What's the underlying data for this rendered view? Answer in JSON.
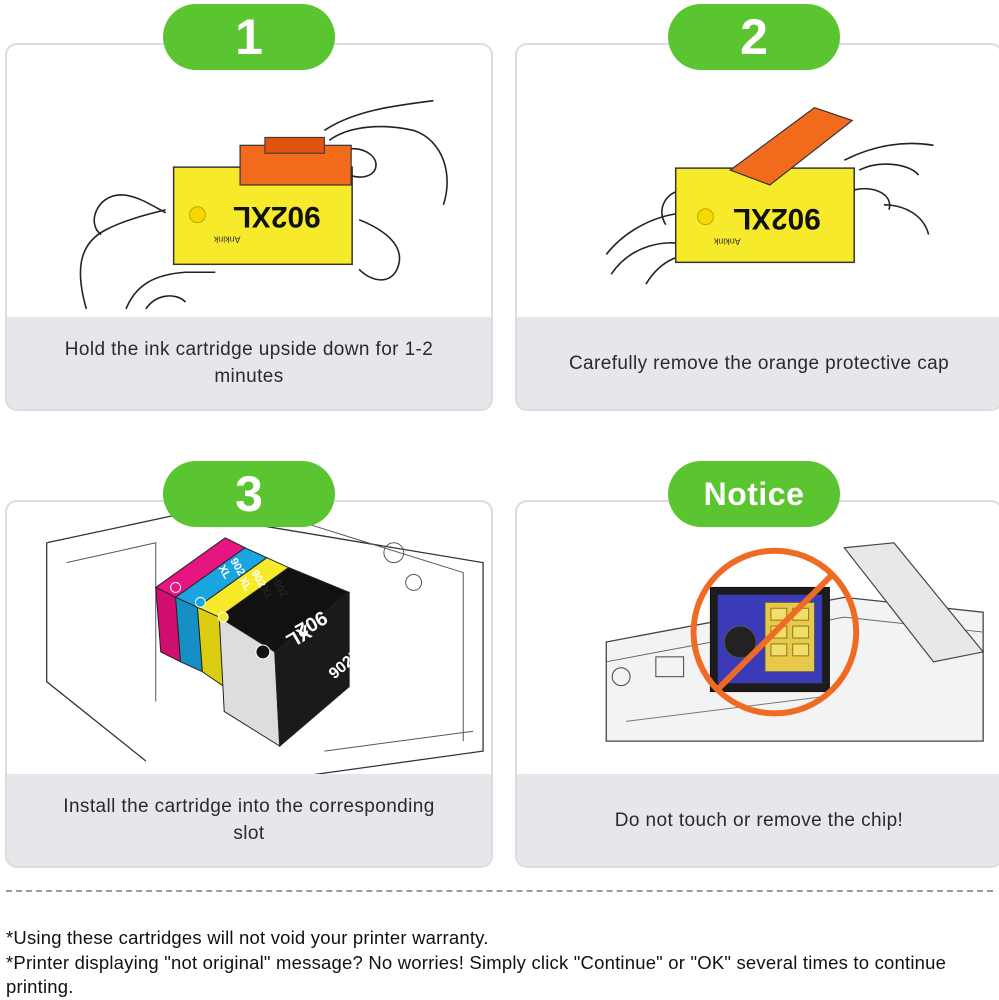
{
  "steps": [
    {
      "badge": "1",
      "caption": "Hold the ink cartridge upside down for 1-2 minutes",
      "cartridge_label": "902XL",
      "brand": "Ankink"
    },
    {
      "badge": "2",
      "caption": "Carefully remove the orange protective cap",
      "cartridge_label": "902XL",
      "brand": "Ankink"
    },
    {
      "badge": "3",
      "caption": "Install the cartridge into the corresponding slot",
      "cartridge_label": "902XL",
      "slot_labels": [
        "902",
        "XL",
        "902",
        "XL",
        "902",
        "XL",
        "902",
        "XL"
      ]
    },
    {
      "badge": "Notice",
      "caption": "Do not touch or remove the chip!"
    }
  ],
  "footnotes": [
    "*Using these cartridges will not void your printer warranty.",
    "*Printer displaying \"not original\" message? No worries! Simply click \"Continue\" or \"OK\" several times to continue printing."
  ],
  "colors": {
    "badge_green": "#5bc431",
    "caption_bg": "#e6e7eb",
    "cartridge_yellow": "#f6ea2a",
    "cap_orange": "#f26b1d",
    "cyan": "#1aa5df",
    "magenta": "#e6157f",
    "black": "#111111"
  }
}
